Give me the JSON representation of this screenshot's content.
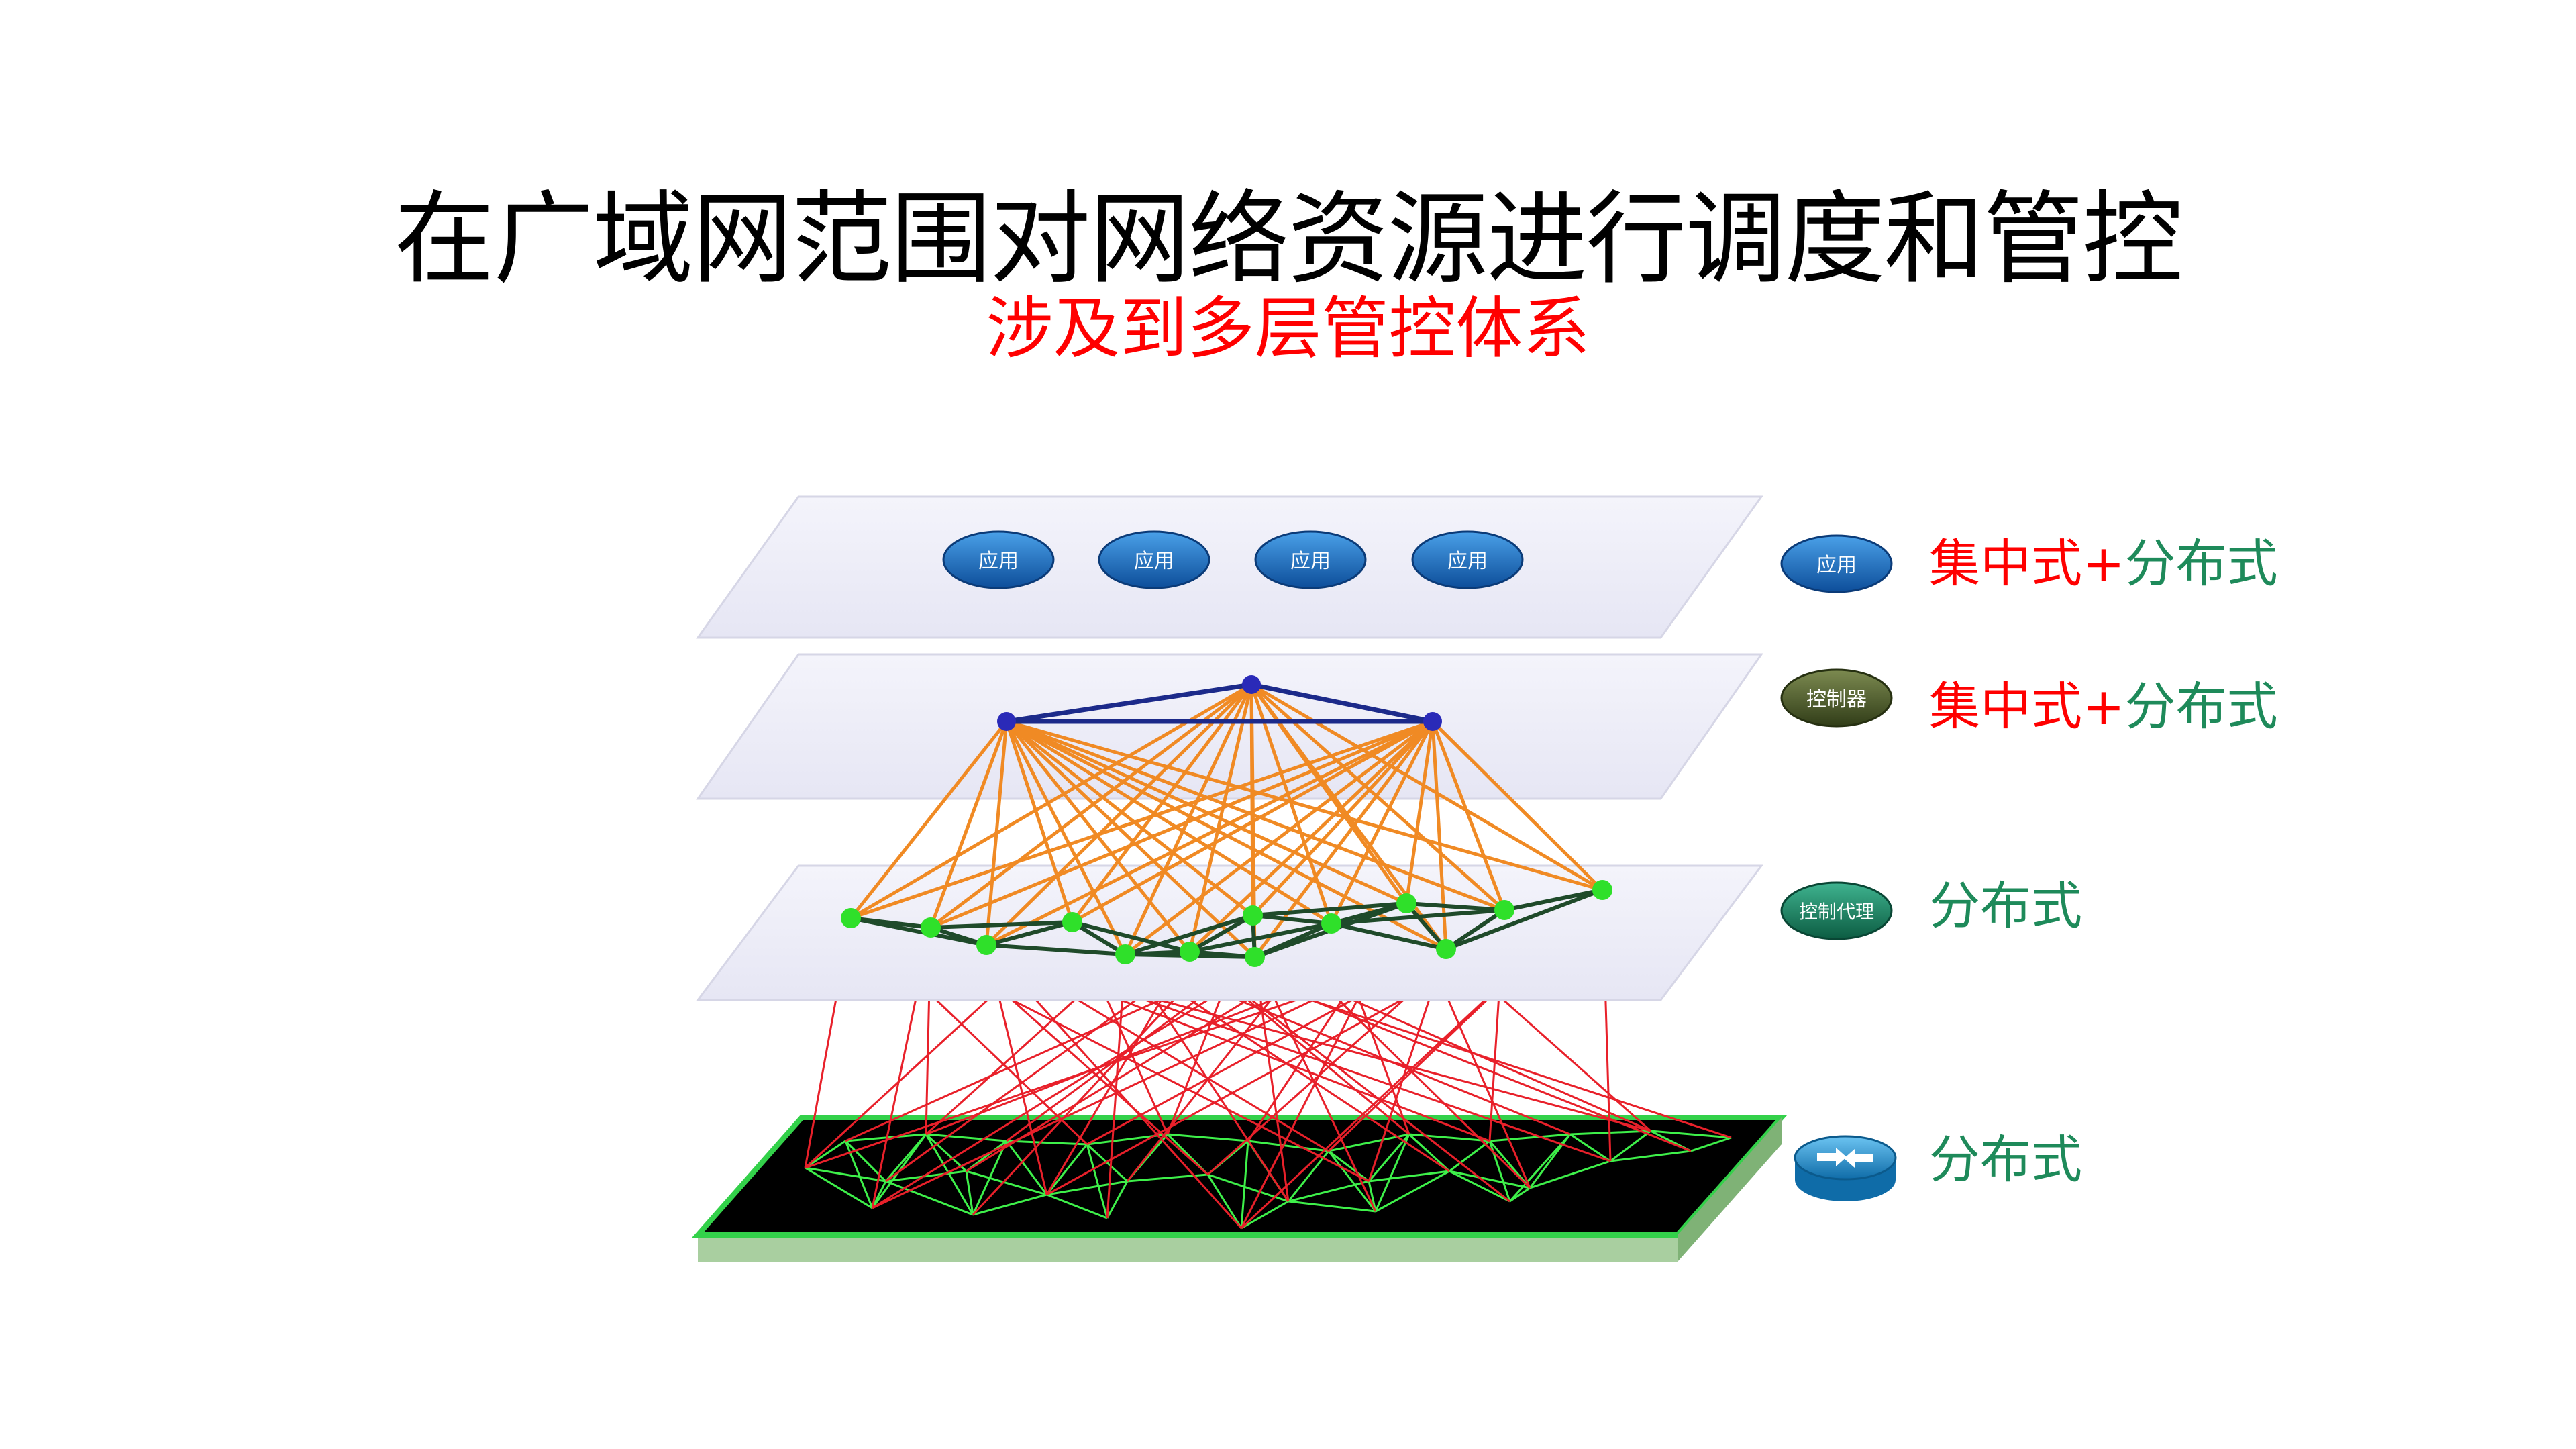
{
  "title": "在广域网范围对网络资源进行调度和管控",
  "subtitle": "涉及到多层管控体系",
  "diagram": {
    "app_nodes": [
      "应用",
      "应用",
      "应用",
      "应用"
    ],
    "legend": [
      {
        "icon_text": "应用",
        "icon_name": "app-icon",
        "icon_color": "#1f6fc0"
      },
      {
        "icon_text": "控制器",
        "icon_name": "controller-icon",
        "icon_color": "#4a5a2c"
      },
      {
        "icon_text": "控制代理",
        "icon_name": "control-agent-icon",
        "icon_color": "#1a7f60"
      },
      {
        "icon_text": "",
        "icon_name": "router-icon",
        "icon_color": "#1f8fd0"
      }
    ],
    "layers": [
      {
        "red": "集中式",
        "plus": "+",
        "green": "分布式"
      },
      {
        "red": "集中式",
        "plus": "+",
        "green": "分布式"
      },
      {
        "red": "",
        "plus": "",
        "green": "分布式"
      },
      {
        "red": "",
        "plus": "",
        "green": "分布式"
      }
    ]
  }
}
